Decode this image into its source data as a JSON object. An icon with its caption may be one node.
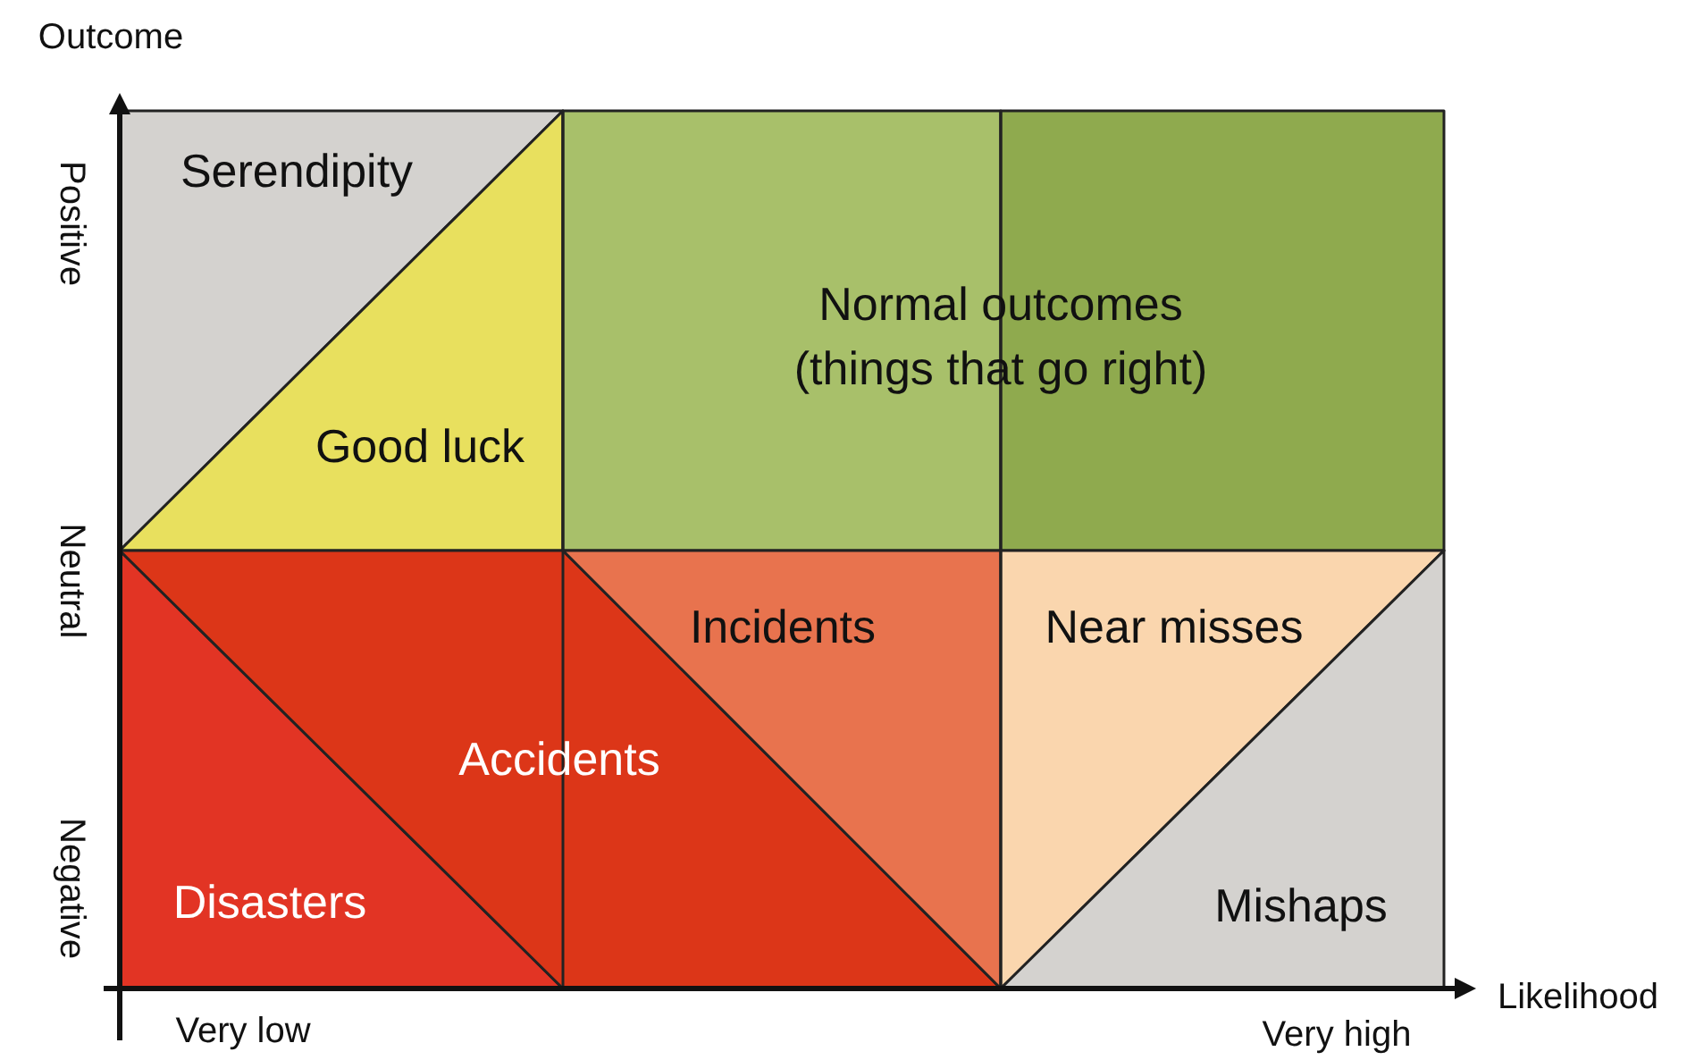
{
  "diagram": {
    "labels": [
      "Outcome",
      "Positive",
      "Neutral",
      "Negative",
      "Serendipity",
      "Normal outcomes (things that go right)",
      "Good luck",
      "Incidents",
      "Near misses",
      "Accidents",
      "Disasters",
      "Mishaps",
      "Very low",
      "Very high",
      "Likelihood"
    ]
  }
}
